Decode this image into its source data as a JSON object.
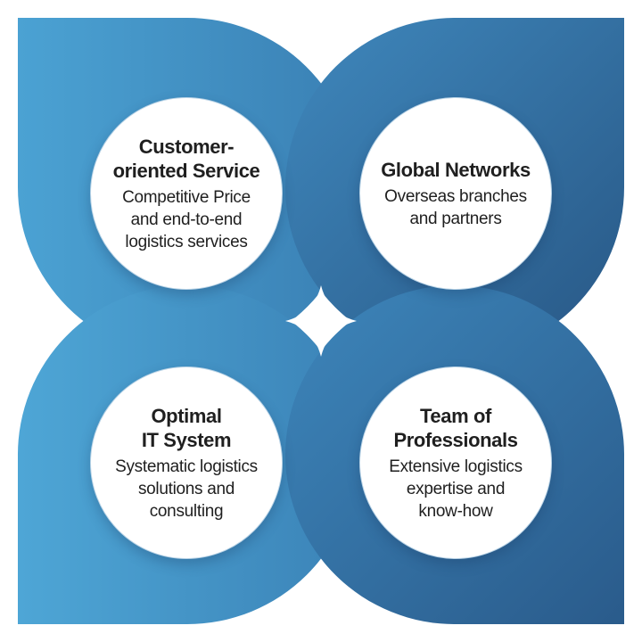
{
  "colors": {
    "ring_light": "#4a9fd0",
    "ring_dark": "#2a5c8c",
    "circle_bg": "#ffffff",
    "text": "#1f1f1f"
  },
  "blocks": [
    {
      "title_lines": [
        "Customer-",
        "oriented Service"
      ],
      "desc_lines": [
        "Competitive Price",
        "and end-to-end",
        "logistics services"
      ]
    },
    {
      "title_lines": [
        "Global Networks"
      ],
      "desc_lines": [
        "Overseas branches",
        "and partners"
      ]
    },
    {
      "title_lines": [
        "Optimal",
        "IT System"
      ],
      "desc_lines": [
        "Systematic logistics",
        "solutions and",
        "consulting"
      ]
    },
    {
      "title_lines": [
        "Team of",
        "Professionals"
      ],
      "desc_lines": [
        "Extensive logistics",
        "expertise and",
        "know-how"
      ]
    }
  ]
}
